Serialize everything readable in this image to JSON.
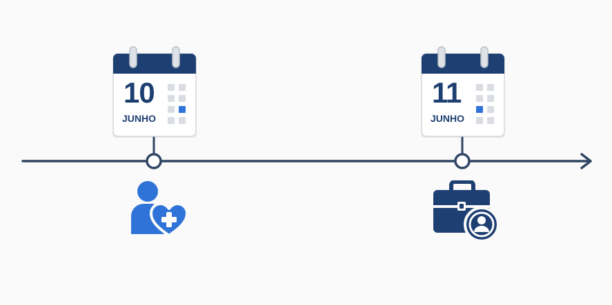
{
  "colors": {
    "navy": "#1e3f72",
    "line": "#2f4563",
    "accent_blue": "#2f73d8",
    "grid_gray": "#d9dde3",
    "background": "#fafafa"
  },
  "events": [
    {
      "day": "10",
      "month": "JUNHO",
      "icon": "person-health-icon"
    },
    {
      "day": "11",
      "month": "JUNHO",
      "icon": "briefcase-person-icon"
    }
  ]
}
